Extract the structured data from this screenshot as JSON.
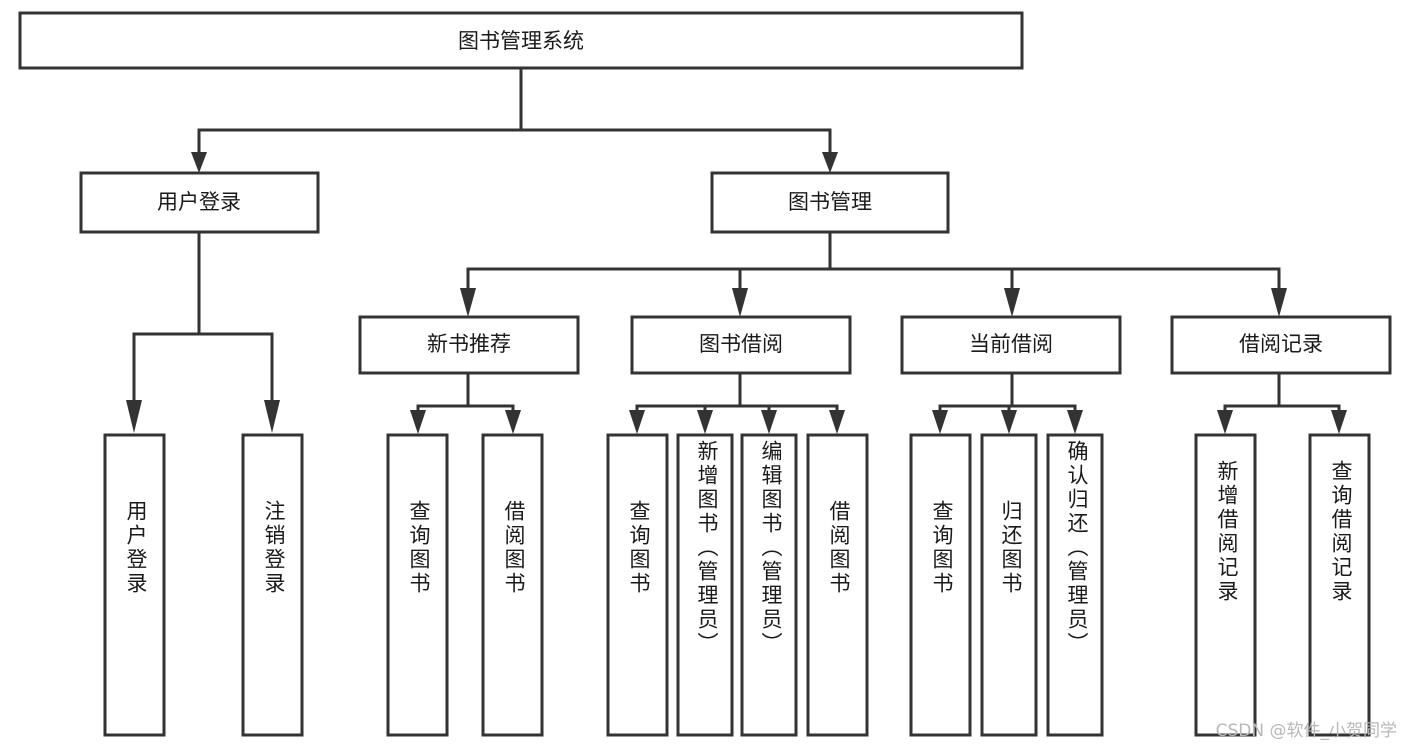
{
  "diagram": {
    "title_node": {
      "label": "图书管理系统"
    },
    "level2": [
      {
        "id": "user-login",
        "label": "用户登录"
      },
      {
        "id": "book-management",
        "label": "图书管理"
      }
    ],
    "level3": [
      {
        "id": "new-book-recommend",
        "label": "新书推荐"
      },
      {
        "id": "book-borrow",
        "label": "图书借阅"
      },
      {
        "id": "current-borrow",
        "label": "当前借阅"
      },
      {
        "id": "borrow-record",
        "label": "借阅记录"
      }
    ],
    "leaves": {
      "user_login": [
        {
          "id": "leaf-user-login",
          "label": "用户登录"
        },
        {
          "id": "leaf-logout",
          "label": "注销登录"
        }
      ],
      "new_book_recommend": [
        {
          "id": "leaf-query-book-1",
          "label": "查询图书"
        },
        {
          "id": "leaf-borrow-book-1",
          "label": "借阅图书"
        }
      ],
      "book_borrow": [
        {
          "id": "leaf-query-book-2",
          "label": "查询图书"
        },
        {
          "id": "leaf-add-book",
          "label": "新增图书（管理员）"
        },
        {
          "id": "leaf-edit-book",
          "label": "编辑图书（管理员）"
        },
        {
          "id": "leaf-borrow-book-2",
          "label": "借阅图书"
        }
      ],
      "current_borrow": [
        {
          "id": "leaf-query-book-3",
          "label": "查询图书"
        },
        {
          "id": "leaf-return-book",
          "label": "归还图书"
        },
        {
          "id": "leaf-confirm-return",
          "label": "确认归还（管理员）"
        }
      ],
      "borrow_record": [
        {
          "id": "leaf-add-record",
          "label": "新增借阅记录"
        },
        {
          "id": "leaf-query-record",
          "label": "查询借阅记录"
        }
      ]
    },
    "watermark": "CSDN @软件_小贺同学",
    "colors": {
      "stroke": "#333333",
      "box_fill": "#ffffff",
      "text": "#1a1a1a",
      "watermark": "#b8b8b8",
      "background": "#ffffff"
    }
  }
}
